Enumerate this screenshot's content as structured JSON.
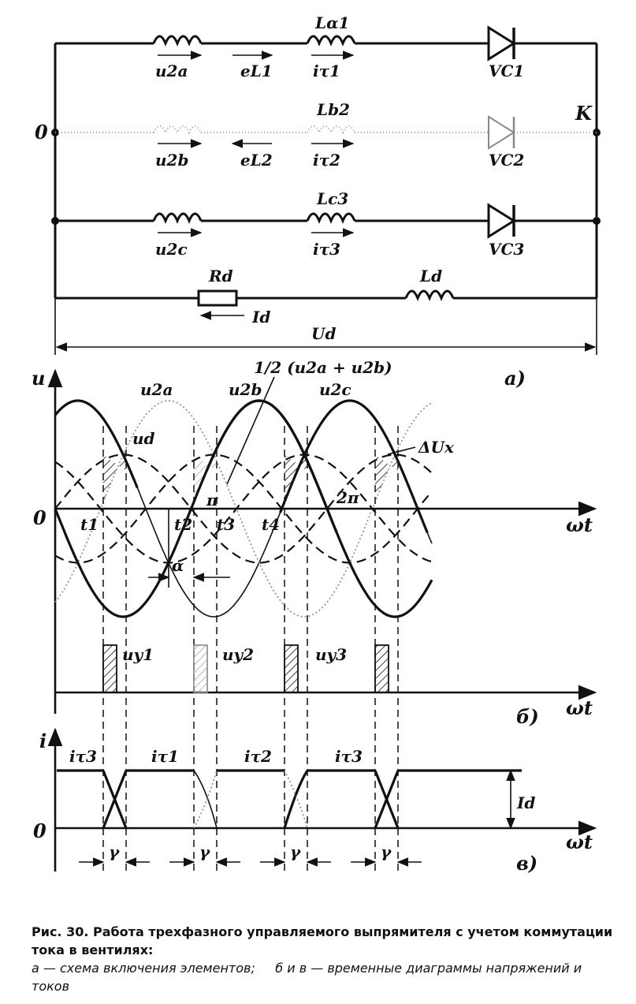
{
  "circuit": {
    "labels": {
      "La1": "Lα1",
      "Lb2": "Lb2",
      "Lc3": "Lc3",
      "Ld": "Ld",
      "Rd": "Rd",
      "u2a": "u2a",
      "u2b": "u2b",
      "u2c": "u2c",
      "eL1": "eL1",
      "eL2": "eL2",
      "iT1": "iτ1",
      "iT2": "iτ2",
      "iT3": "iτ3",
      "Id": "Id",
      "Ud": "Ud",
      "VC1": "VC1",
      "VC2": "VC2",
      "VC3": "VC3",
      "node0": "0",
      "nodeK": "K"
    }
  },
  "voltage_plot": {
    "ylabel": "u",
    "xlabel": "ωt",
    "origin": "0",
    "panel_label": "б)",
    "circuit_panel_label": "a)",
    "curve_labels": {
      "u2a": "u2a",
      "u2b": "u2b",
      "u2c": "u2c",
      "ud": "ud",
      "half_sum": "1/2 (u2a + u2b)",
      "dUx": "ΔUx"
    },
    "time_marks": [
      "t1",
      "t2",
      "t3",
      "t4"
    ],
    "angle_labels": {
      "pi": "π",
      "two_pi": "2π",
      "alpha": "α"
    },
    "pulse_labels": [
      "uy1",
      "uy2",
      "uy3"
    ]
  },
  "current_plot": {
    "ylabel": "i",
    "xlabel": "ωt",
    "origin": "0",
    "panel_label": "в)",
    "current_labels": [
      "iτ3",
      "iτ1",
      "iτ2",
      "iτ3"
    ],
    "Id": "Id",
    "gamma": "γ"
  },
  "caption": {
    "title": "Рис. 30. Работа трехфазного управляемого выпрямителя с учетом коммутации тока в вентилях:",
    "line_a": "а — схема включения элементов;",
    "line_bv": "б и в — временные диаграммы напряжений и токов"
  }
}
